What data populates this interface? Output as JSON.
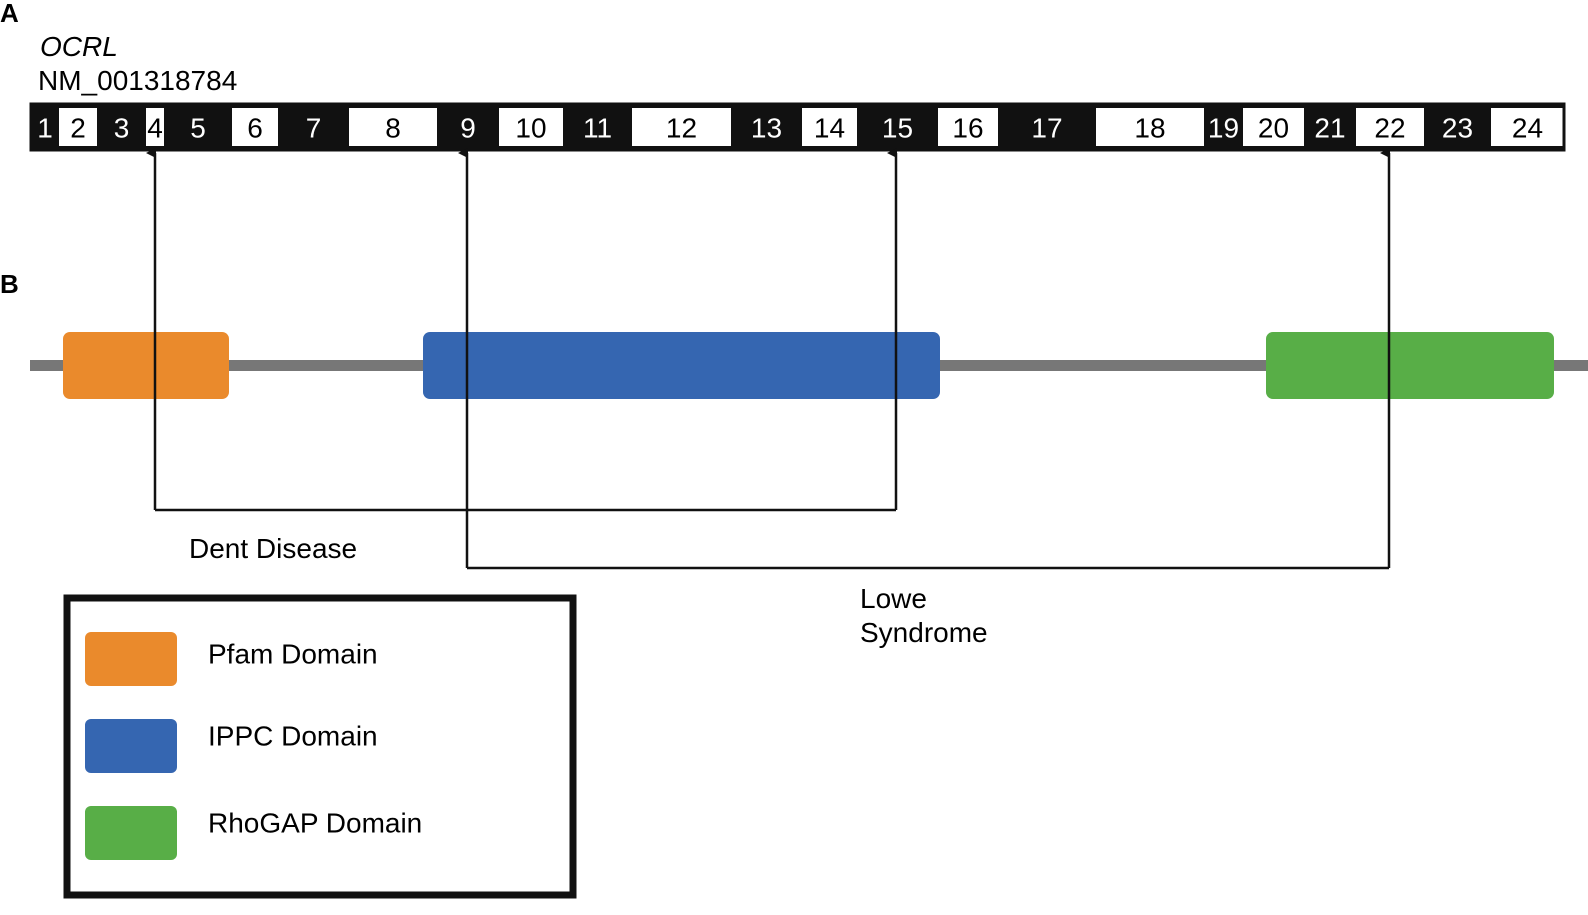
{
  "panels": {
    "a": "A",
    "b": "B"
  },
  "gene": {
    "name": "OCRL",
    "transcript": "NM_001318784"
  },
  "exons": [
    {
      "label": "1",
      "color": "black"
    },
    {
      "label": "2",
      "color": "white"
    },
    {
      "label": "3",
      "color": "black"
    },
    {
      "label": "4",
      "color": "white"
    },
    {
      "label": "5",
      "color": "black"
    },
    {
      "label": "6",
      "color": "white"
    },
    {
      "label": "7",
      "color": "black"
    },
    {
      "label": "8",
      "color": "white"
    },
    {
      "label": "9",
      "color": "black"
    },
    {
      "label": "10",
      "color": "white"
    },
    {
      "label": "11",
      "color": "black"
    },
    {
      "label": "12",
      "color": "white"
    },
    {
      "label": "13",
      "color": "black"
    },
    {
      "label": "14",
      "color": "white"
    },
    {
      "label": "15",
      "color": "black"
    },
    {
      "label": "16",
      "color": "white"
    },
    {
      "label": "17",
      "color": "black"
    },
    {
      "label": "18",
      "color": "white"
    },
    {
      "label": "19",
      "color": "black"
    },
    {
      "label": "20",
      "color": "white"
    },
    {
      "label": "21",
      "color": "black"
    },
    {
      "label": "22",
      "color": "white"
    },
    {
      "label": "23",
      "color": "black"
    },
    {
      "label": "24",
      "color": "white"
    }
  ],
  "domains": [
    {
      "name": "Pfam Domain",
      "color": "#EA8A2C"
    },
    {
      "name": "IPPC Domain",
      "color": "#3566B1"
    },
    {
      "name": "RhoGAP Domain",
      "color": "#58AE47"
    }
  ],
  "diseases": [
    {
      "label": "Dent Disease",
      "from_exon": "4",
      "to_exon": "15"
    },
    {
      "label_line1": "Lowe",
      "label_line2": "Syndrome",
      "from_exon": "9",
      "to_exon": "22"
    }
  ],
  "colors": {
    "backbone": "#777777",
    "exon_black": "#111111",
    "exon_white": "#ffffff",
    "lines": "#111111"
  }
}
